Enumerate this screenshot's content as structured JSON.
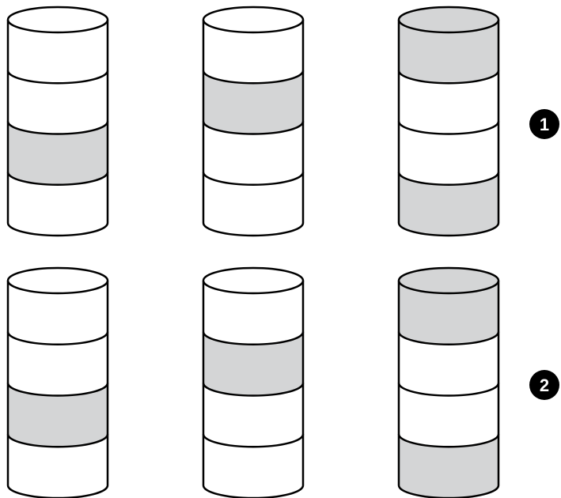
{
  "colors": {
    "shaded": "#d4d5d6",
    "empty": "#ffffff",
    "stroke": "#000000"
  },
  "rows": [
    {
      "marker": "1",
      "disks": [
        {
          "segments": [
            "empty",
            "empty",
            "shaded",
            "empty"
          ]
        },
        {
          "segments": [
            "empty",
            "shaded",
            "empty",
            "empty"
          ]
        },
        {
          "segments": [
            "shaded",
            "empty",
            "empty",
            "shaded"
          ]
        }
      ]
    },
    {
      "marker": "2",
      "disks": [
        {
          "segments": [
            "empty",
            "empty",
            "shaded",
            "empty"
          ]
        },
        {
          "segments": [
            "empty",
            "shaded",
            "empty",
            "empty"
          ]
        },
        {
          "segments": [
            "shaded",
            "empty",
            "empty",
            "shaded"
          ]
        }
      ]
    }
  ]
}
